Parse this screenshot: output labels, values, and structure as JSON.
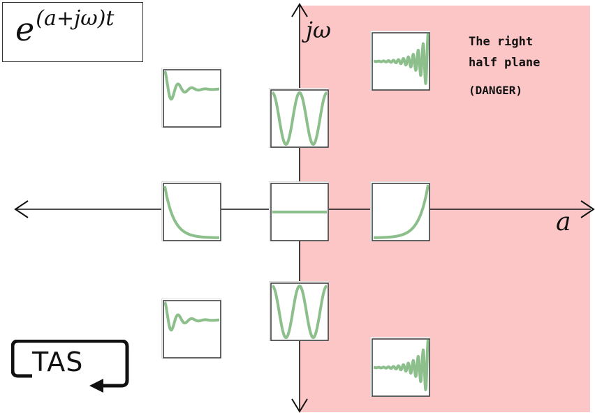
{
  "formula": {
    "base": "e",
    "exponent": "(a+jω)t"
  },
  "axes": {
    "imaginary_label": "jω",
    "real_label": "a"
  },
  "right_half_plane": {
    "fill_color": "#fcc6c6",
    "line1": "The right",
    "line2": "half plane",
    "line3": "(DANGER)"
  },
  "signal_color": "#8cbf8c",
  "tiles": [
    {
      "name": "tile-lhp-upper",
      "response": "decaying-oscillation"
    },
    {
      "name": "tile-lhp-axis",
      "response": "decaying-exponential"
    },
    {
      "name": "tile-lhp-lower",
      "response": "decaying-oscillation"
    },
    {
      "name": "tile-imag-upper",
      "response": "sustained-oscillation"
    },
    {
      "name": "tile-origin",
      "response": "constant"
    },
    {
      "name": "tile-imag-lower",
      "response": "sustained-oscillation"
    },
    {
      "name": "tile-rhp-upper",
      "response": "growing-oscillation"
    },
    {
      "name": "tile-rhp-axis",
      "response": "growing-exponential"
    },
    {
      "name": "tile-rhp-lower",
      "response": "growing-oscillation"
    }
  ],
  "logo": {
    "text": "TAS"
  }
}
